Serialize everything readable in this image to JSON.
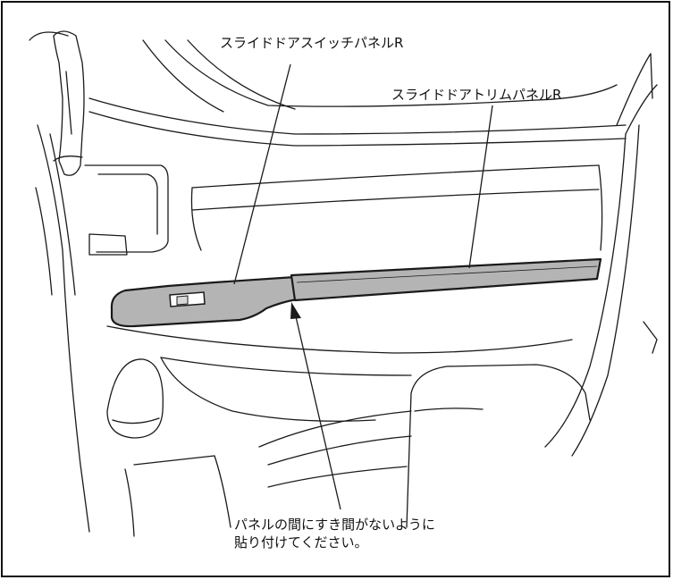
{
  "labels": {
    "switch_panel": "スライドドアスイッチパネルR",
    "trim_panel": "スライドドアトリムパネルR",
    "note_line1": "パネルの間にすき間がないように",
    "note_line2": "貼り付けてください。"
  },
  "colors": {
    "line": "#1a1a1a",
    "panel_fill": "#b4b4b4",
    "background": "#ffffff"
  }
}
